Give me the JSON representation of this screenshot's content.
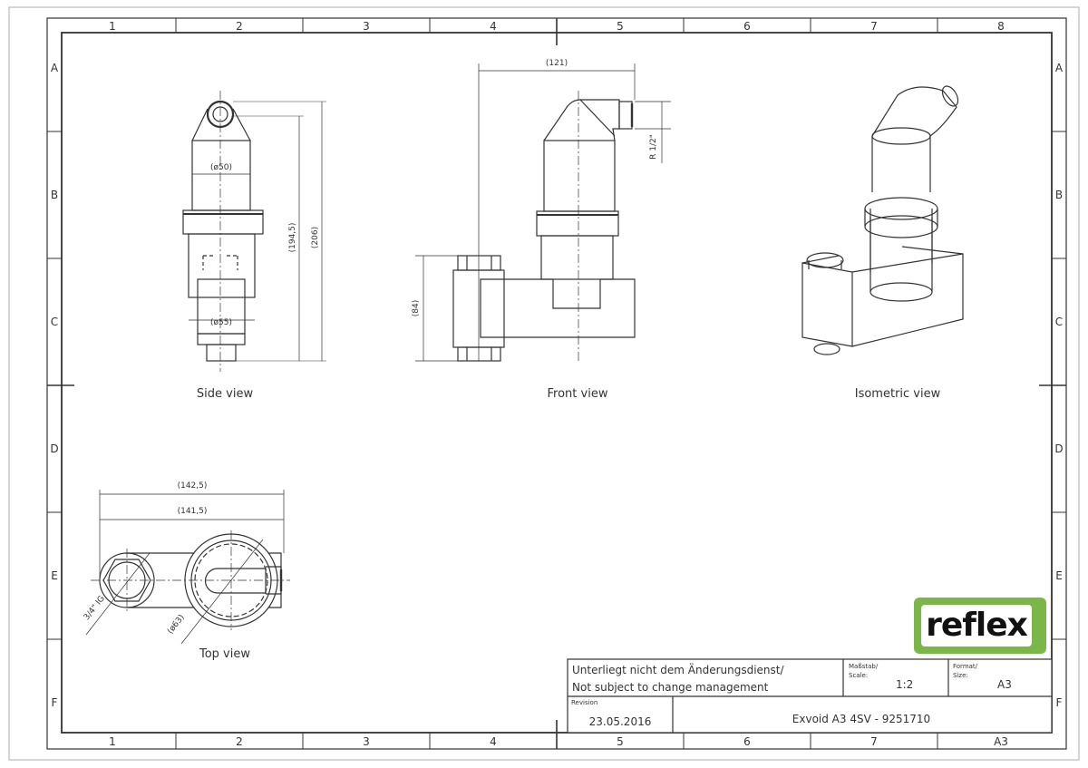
{
  "grid": {
    "columns": [
      "1",
      "2",
      "3",
      "4",
      "5",
      "6",
      "7",
      "8"
    ],
    "rows": [
      "A",
      "B",
      "C",
      "D",
      "E",
      "F"
    ],
    "bottom_last_label": "A3"
  },
  "views": {
    "side": {
      "label": "Side view",
      "dims": [
        "(ø50)",
        "(ø55)",
        "(194,5)",
        "(206)"
      ]
    },
    "front": {
      "label": "Front view",
      "dims": [
        "(121)",
        "(84)",
        "R 1/2\""
      ]
    },
    "isometric": {
      "label": "Isometric view"
    },
    "top": {
      "label": "Top view",
      "dims": [
        "(142,5)",
        "(141,5)",
        "3/4\" IG",
        "(ø63)"
      ]
    }
  },
  "logo": {
    "text": "reflex",
    "color": "#7ab648"
  },
  "title_block": {
    "notice_line1": "Unterliegt nicht dem Änderungsdienst/",
    "notice_line2": "Not subject to change management",
    "scale_label1": "Maßstab/",
    "scale_label2": "Scale:",
    "scale_value": "1:2",
    "format_label1": "Format/",
    "format_label2": "Size:",
    "format_value": "A3",
    "revision_label": "Revision",
    "revision_date": "23.05.2016",
    "drawing_title": "Exvoid A3 4SV - 9251710"
  }
}
